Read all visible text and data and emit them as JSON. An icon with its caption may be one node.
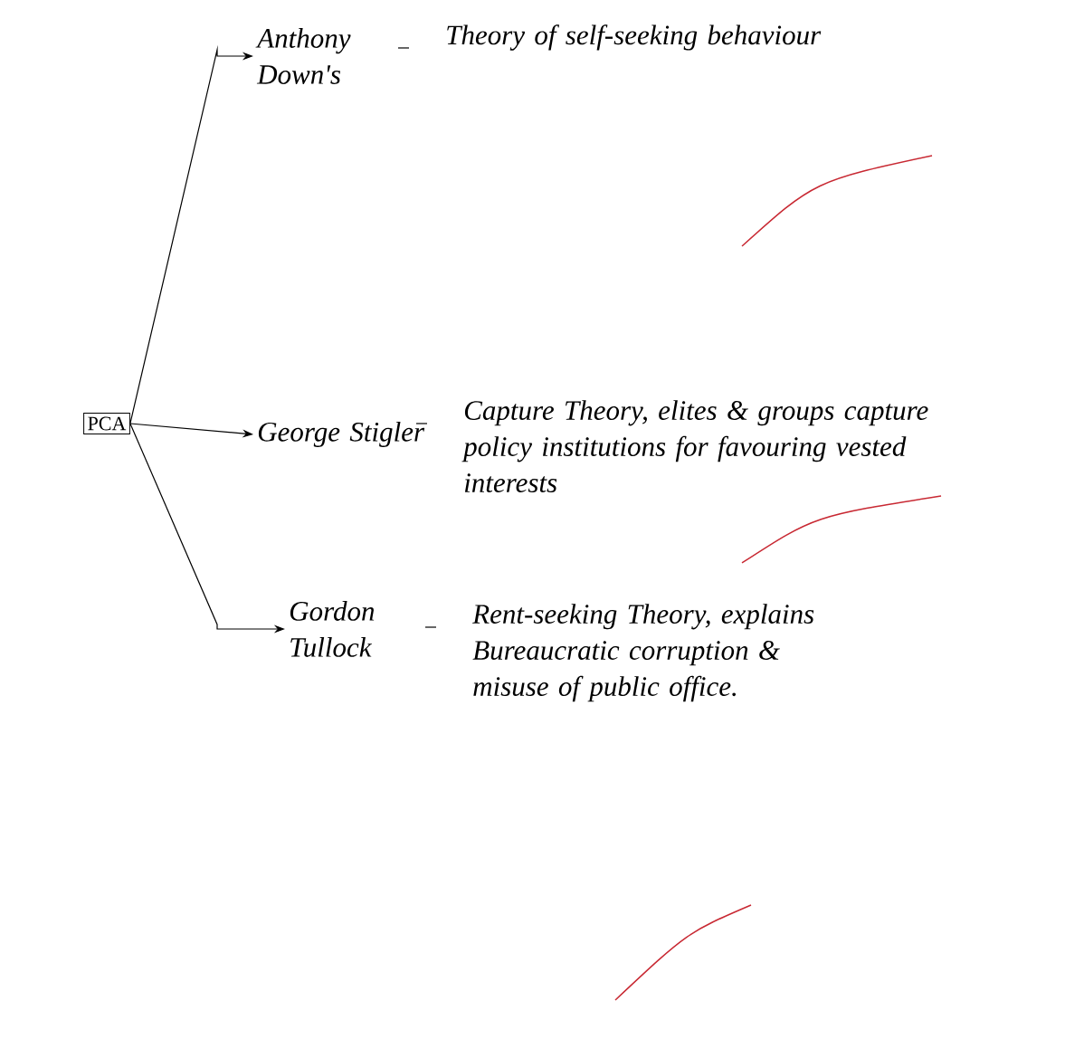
{
  "diagram": {
    "nodes": [
      {
        "text": [
          "PCA"
        ]
      },
      {
        "text": [
          "Anthony Down's"
        ],
        "beside": [
          "Theory of self-seeking behaviour"
        ]
      },
      {
        "text": [
          "George Stigler"
        ],
        "beside": [
          "Capture Theory, elites & groups capture policy institutions for favouring vested interests"
        ]
      },
      {
        "text": [
          "Gordon Tullock"
        ],
        "beside": [
          "Rent-seeking Theory, explains Bureaucratic corruption & misuse of public office."
        ]
      }
    ],
    "edges": [
      {
        "from": 0,
        "to": 1,
        "arrow": "to"
      },
      {
        "from": 0,
        "to": 2,
        "arrow": "to"
      },
      {
        "from": 0,
        "to": 3,
        "arrow": "to"
      }
    ]
  }
}
